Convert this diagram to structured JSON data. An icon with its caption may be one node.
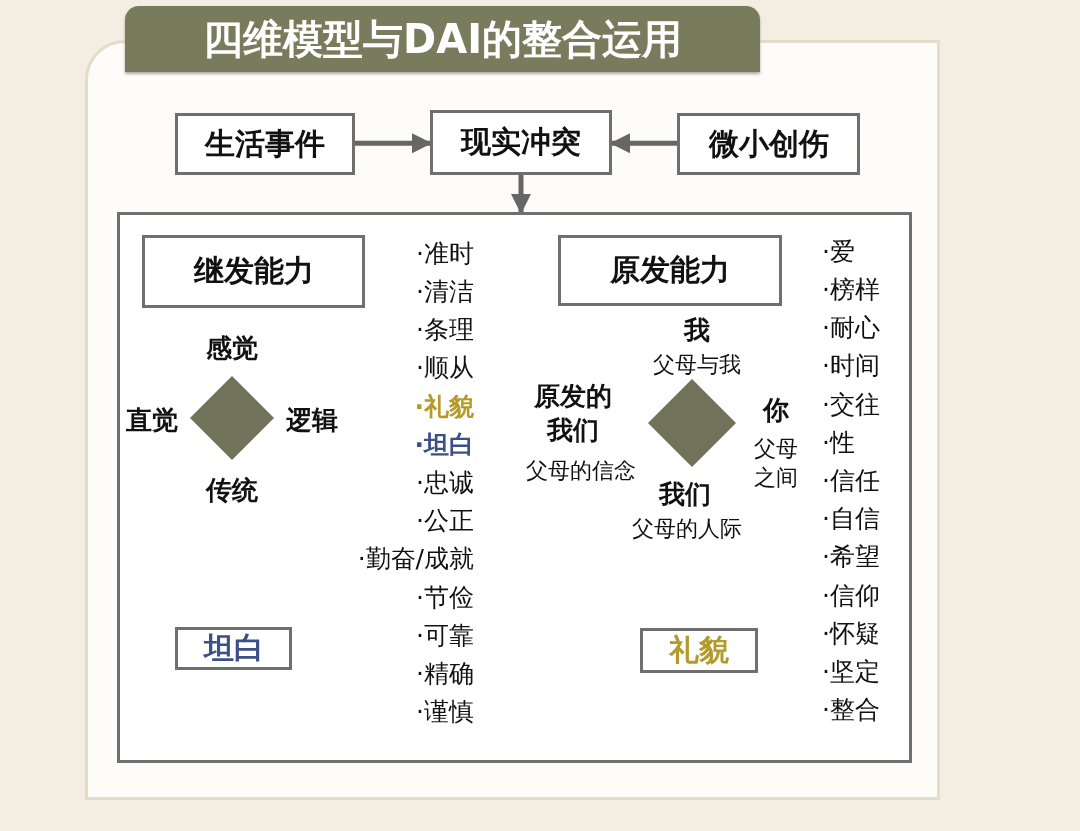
{
  "diagram": {
    "title": "四维模型与DAI的整合运用",
    "nodes": [
      {
        "text": [
          "生活事件"
        ]
      },
      {
        "text": [
          "现实冲突"
        ]
      },
      {
        "text": [
          "微小创伤"
        ]
      },
      {
        "text": [],
        "shape": "box"
      },
      {
        "text": [
          "继发能力"
        ],
        "in": 3
      },
      {
        "text": [],
        "shape": "diamond",
        "in": 3,
        "beside": [
          "感觉",
          "直觉",
          "逻辑",
          "传统"
        ]
      },
      {
        "text": [
          "坦白"
        ],
        "in": 3
      },
      {
        "text": [
          "原发能力"
        ],
        "in": 3
      },
      {
        "text": [],
        "shape": "diamond",
        "in": 3,
        "beside": [
          "我",
          "父母与我",
          "原发的我们",
          "父母的信念",
          "你",
          "父母之间",
          "我们",
          "父母的人际"
        ]
      },
      {
        "text": [
          "礼貌"
        ],
        "in": 3
      }
    ],
    "edges": [
      {
        "from": 0,
        "to": 1,
        "arrow": "to"
      },
      {
        "from": 2,
        "to": 1,
        "arrow": "to"
      },
      {
        "from": 1,
        "to": 3,
        "arrow": "to"
      }
    ],
    "labels": [
      "·准时",
      "·清洁",
      "·条理",
      "·顺从",
      "·礼貌",
      "·坦白",
      "·忠诚",
      "·公正",
      "·勤奋/成就",
      "·节俭",
      "·可靠",
      "·精确",
      "·谨慎",
      "·爱",
      "·榜样",
      "·耐心",
      "·时间",
      "·交往",
      "·性",
      "·信任",
      "·自信",
      "·希望",
      "·信仰",
      "·怀疑",
      "·坚定",
      "·整合"
    ]
  }
}
